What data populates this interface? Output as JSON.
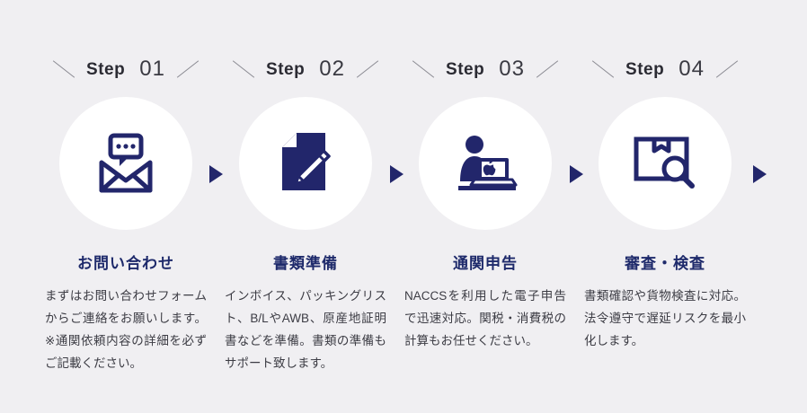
{
  "theme": {
    "background": "#f0eff2",
    "circle_background": "#ffffff",
    "accent_navy": "#22266b",
    "title_color": "#1e2a6b",
    "body_color": "#3c3c44",
    "slash_color": "#8a8a92"
  },
  "steps": [
    {
      "label_word": "Step",
      "label_number": "01",
      "icon": "envelope-chat-icon",
      "title": "お問い合わせ",
      "description": "まずはお問い合わせフォームからご連絡をお願いします。※通関依頼内容の詳細を必ずご記載ください。"
    },
    {
      "label_word": "Step",
      "label_number": "02",
      "icon": "document-pencil-icon",
      "title": "書類準備",
      "description": "インボイス、パッキングリスト、B/LやAWB、原産地証明書などを準備。書類の準備もサポート致します。"
    },
    {
      "label_word": "Step",
      "label_number": "03",
      "icon": "person-laptop-icon",
      "title": "通関申告",
      "description": "NACCSを利用した電子申告で迅速対応。関税・消費税の計算もお任せください。"
    },
    {
      "label_word": "Step",
      "label_number": "04",
      "icon": "package-search-icon",
      "title": "審査・検査",
      "description": "書類確認や貨物検査に対応。法令遵守で遅延リスクを最小化します。"
    }
  ],
  "arrows": [
    {
      "name": "arrow-step1-to-step2"
    },
    {
      "name": "arrow-step2-to-step3"
    },
    {
      "name": "arrow-step3-to-step4"
    },
    {
      "name": "arrow-step4-to-next"
    }
  ]
}
